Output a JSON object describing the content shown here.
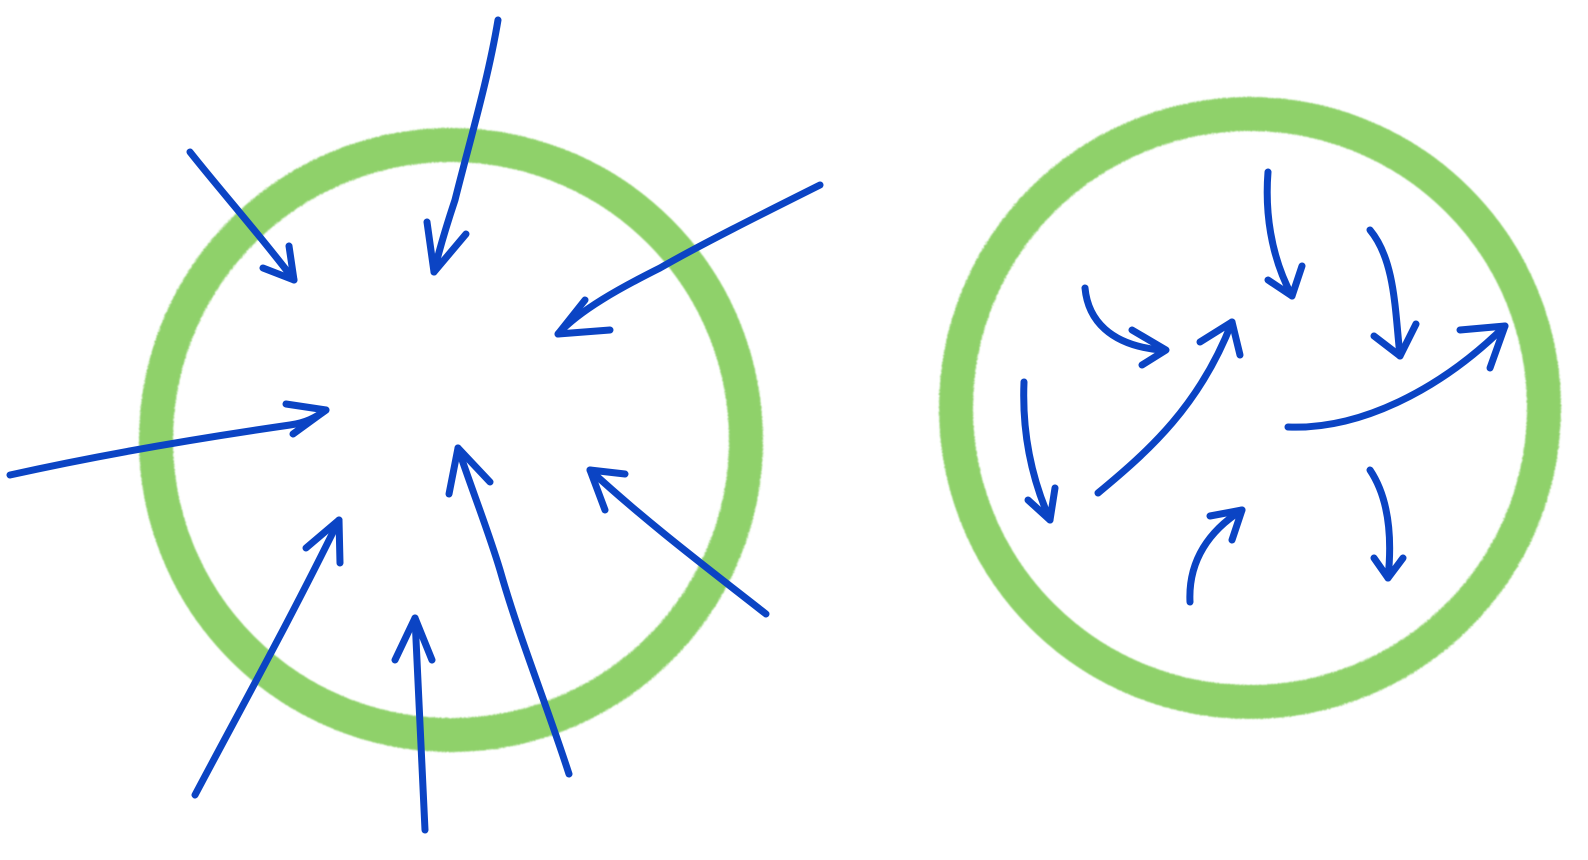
{
  "colors": {
    "background": "#ffffff",
    "ring": "#8fd16a",
    "arrow": "#0b44c4"
  },
  "panels": [
    {
      "name": "left-diagram",
      "arrow_pattern": "inward-converging"
    },
    {
      "name": "right-diagram",
      "arrow_pattern": "random-internal"
    }
  ]
}
